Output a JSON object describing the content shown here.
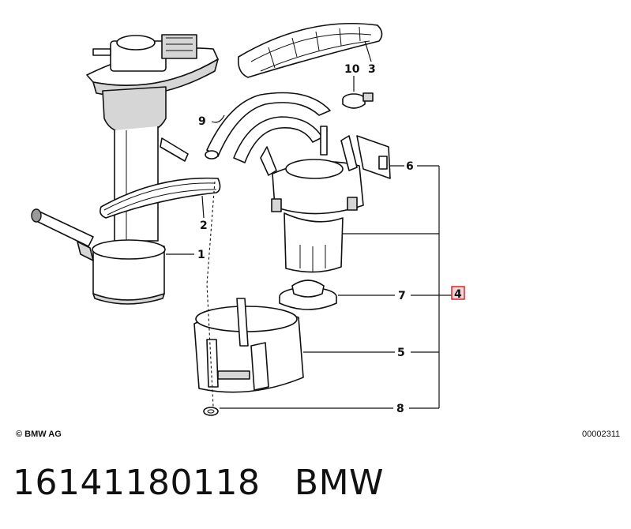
{
  "copyright": "© BMW AG",
  "drawing_number": "00002311",
  "footer": {
    "part_number": "16141180118",
    "brand": "BMW"
  },
  "callouts": {
    "c1": "1",
    "c2": "2",
    "c3": "3",
    "c4": "4",
    "c5": "5",
    "c6": "6",
    "c7": "7",
    "c8": "8",
    "c9": "9",
    "c10": "10"
  },
  "highlight_color": "#d9262c"
}
